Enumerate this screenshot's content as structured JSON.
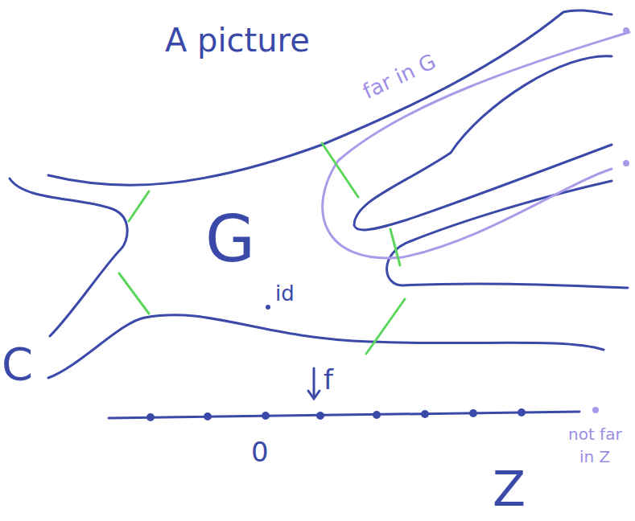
{
  "diagram": {
    "title": "A picture",
    "labels": [
      "far in G",
      "G",
      "id",
      "f",
      "0",
      "C",
      "not far",
      "in Z",
      "Z"
    ]
  }
}
